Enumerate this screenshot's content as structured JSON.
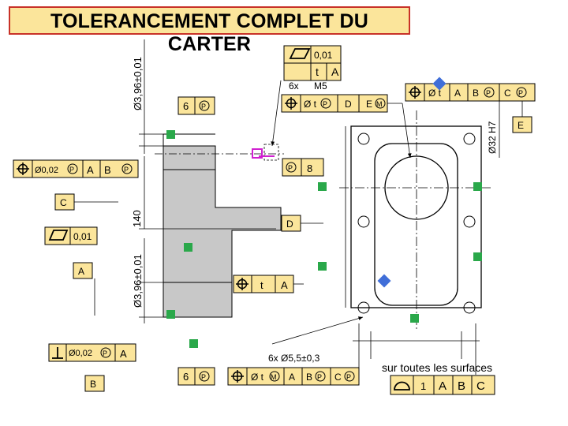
{
  "title": "TOLERANCEMENT COMPLET DU CARTER",
  "labels": {
    "flat_top_val": "0,01",
    "t_label": "t",
    "a_label": "A",
    "six_x": "6x",
    "m5": "M5",
    "diam_t": "Ø t",
    "p": "P",
    "d": "D",
    "e": "E",
    "m": "M",
    "b": "B",
    "c": "C",
    "six": "6",
    "eight": "8",
    "val_002": "Ø0,02",
    "val_001": "0,01",
    "dim_396_top": "Ø3,96±0,01",
    "dim_396_left": "Ø3,96±0,01",
    "dim_140": "140",
    "dim_32h7": "Ø32 H7",
    "hole_spec": "6x Ø5,5±0,3",
    "surface_note": "sur toutes les surfaces",
    "one": "1"
  },
  "colors": {
    "fill": "#fbe59b",
    "green": "#2aa84a",
    "blue": "#3f6ed8",
    "gray": "#c8c8c8",
    "magenta": "#d020d0",
    "border": "#c83228"
  }
}
